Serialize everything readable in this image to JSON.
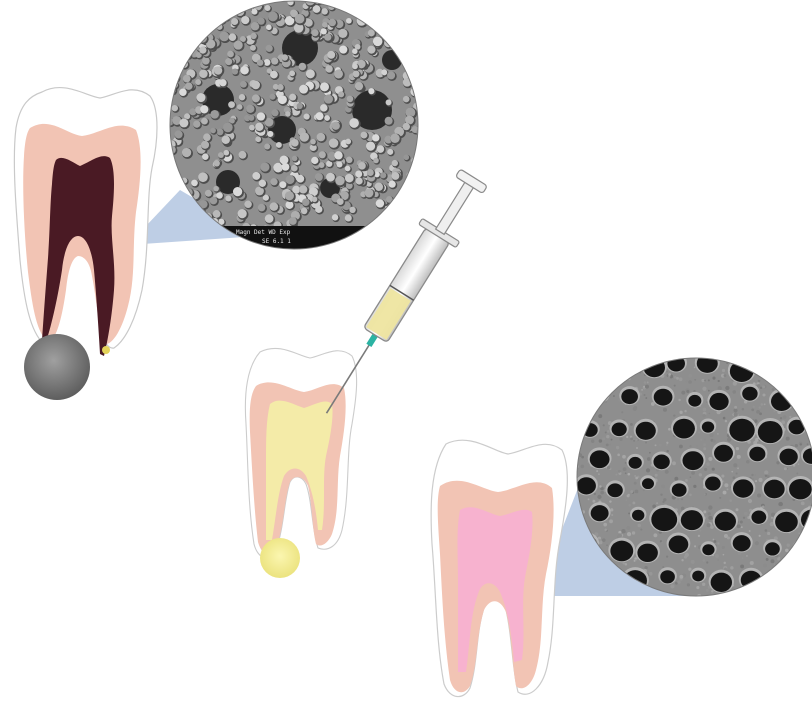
{
  "figure": {
    "panels": [
      {
        "id": "infected-tooth",
        "pulp_state": "dark infected pulp with periapical lesion",
        "colors": {
          "enamel": "#ffffff",
          "dentin": "#f2c4b4",
          "pulp": "#4a1a24",
          "lesion": "#7a7a7a"
        }
      },
      {
        "id": "treated-tooth",
        "pulp_state": "root canal filled with yellow material via syringe",
        "colors": {
          "enamel": "#ffffff",
          "dentin": "#f2c4b4",
          "pulp": "#f4eba8",
          "lesion": "#f1ea8a",
          "syringe_fluid": "#eee5a0",
          "needle": "#2bb3a3"
        }
      },
      {
        "id": "healed-tooth",
        "pulp_state": "healthy pink pulp",
        "colors": {
          "enamel": "#ffffff",
          "dentin": "#f2c4b4",
          "pulp": "#f7b2cf"
        }
      }
    ],
    "micrographs": [
      {
        "id": "sem-top",
        "depicts": "granular particle aggregate with cavities",
        "scale_bar_text": "Magn  Det  WD  Exp",
        "scale_bar_values": "SE  6.1  1"
      },
      {
        "id": "sem-bottom",
        "depicts": "porous dentin surface with open tubules"
      }
    ],
    "icons": [
      "tooth-icon",
      "syringe-icon",
      "sem-micrograph"
    ],
    "accent_colors": {
      "zoom_cone": "#b7c9e2"
    }
  }
}
